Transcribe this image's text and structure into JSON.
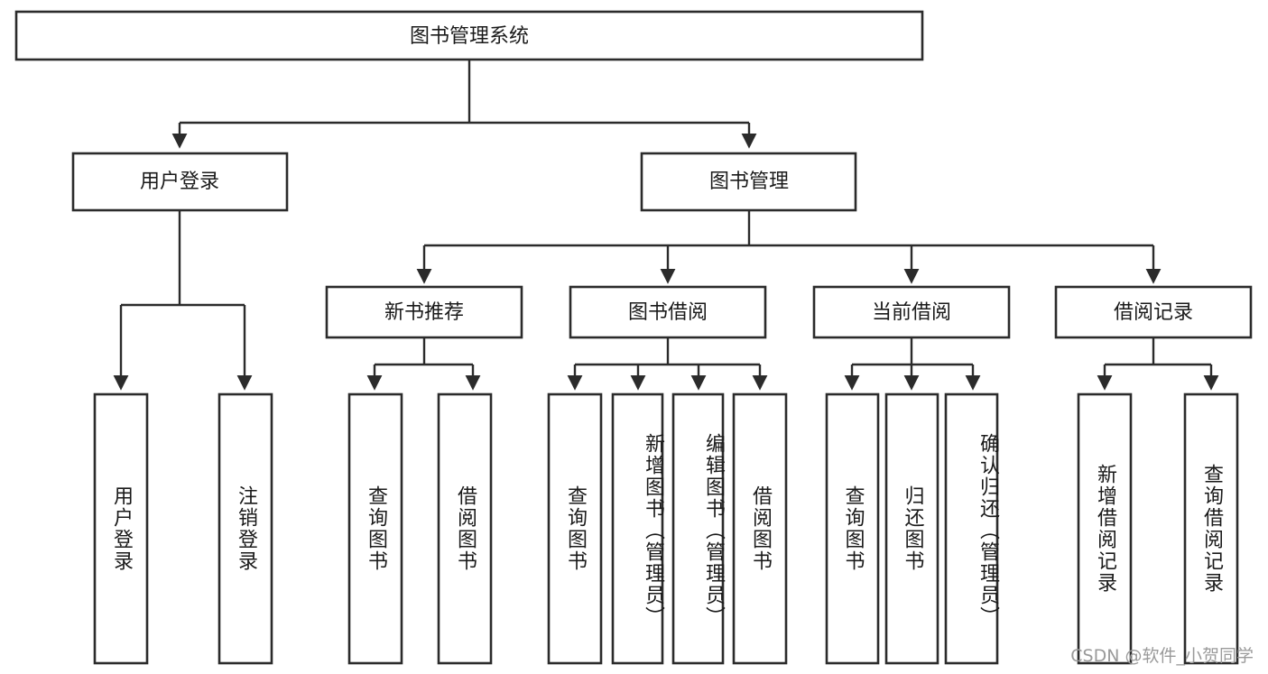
{
  "diagram": {
    "type": "tree",
    "title": "图书管理系统",
    "watermark": "CSDN @软件_小贺同学",
    "colors": {
      "background": "#ffffff",
      "stroke": "#2b2b2b",
      "box_fill": "#ffffff",
      "text": "#1a1a1a",
      "watermark": "#9a9a9a"
    },
    "root": {
      "label": "图书管理系统"
    },
    "level2": [
      {
        "label": "用户登录"
      },
      {
        "label": "图书管理"
      }
    ],
    "level3": [
      {
        "label": "新书推荐"
      },
      {
        "label": "图书借阅"
      },
      {
        "label": "当前借阅"
      },
      {
        "label": "借阅记录"
      }
    ],
    "leaves": {
      "user_login": [
        {
          "label": "用户登录"
        },
        {
          "label": "注销登录"
        }
      ],
      "new_book_recommend": [
        {
          "label": "查询图书"
        },
        {
          "label": "借阅图书"
        }
      ],
      "book_borrow": [
        {
          "label": "查询图书"
        },
        {
          "label": "新增图书（管理员）"
        },
        {
          "label": "编辑图书（管理员）"
        },
        {
          "label": "借阅图书"
        }
      ],
      "current_borrow": [
        {
          "label": "查询图书"
        },
        {
          "label": "归还图书"
        },
        {
          "label": "确认归还（管理员）"
        }
      ],
      "borrow_record": [
        {
          "label": "新增借阅记录"
        },
        {
          "label": "查询借阅记录"
        }
      ]
    }
  }
}
